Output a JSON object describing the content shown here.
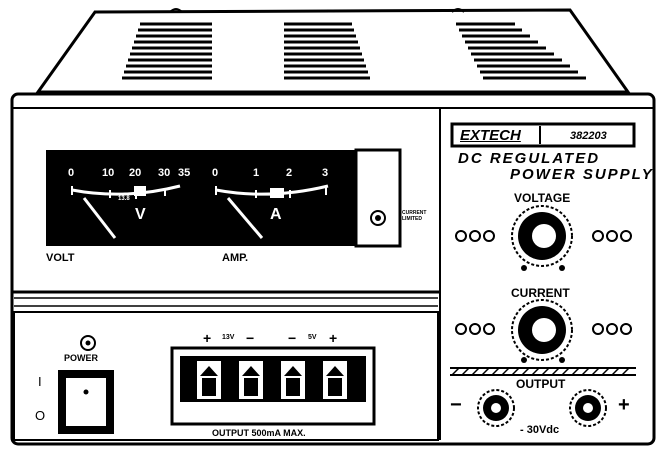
{
  "brand": "EXTECH",
  "model": "382203",
  "title_line1": "DC REGULATED",
  "title_line2": "POWER SUPPLY",
  "volt_meter": {
    "ticks": [
      "0",
      "10",
      "20",
      "30",
      "35"
    ],
    "sub_tick": "13.8",
    "unit": "V",
    "label": "VOLT"
  },
  "amp_meter": {
    "ticks": [
      "0",
      "1",
      "2",
      "3"
    ],
    "unit": "A",
    "label": "AMP."
  },
  "current_limited_label": "CURRENT LIMITED",
  "voltage_knob_label": "VOLTAGE",
  "current_knob_label": "CURRENT",
  "output_label": "OUTPUT",
  "output_range": "- 30Vdc",
  "minus_sign": "−",
  "plus_sign": "+",
  "power_label": "POWER",
  "power_on_symbol": "I",
  "power_off_symbol": "O",
  "fixed_outputs": {
    "left_plus": "+",
    "left_voltage": "13V",
    "left_minus": "−",
    "right_minus": "−",
    "right_voltage": "5V",
    "right_plus": "+",
    "caption": "OUTPUT 500mA MAX."
  },
  "colors": {
    "ink": "#000000",
    "paper": "#ffffff"
  }
}
